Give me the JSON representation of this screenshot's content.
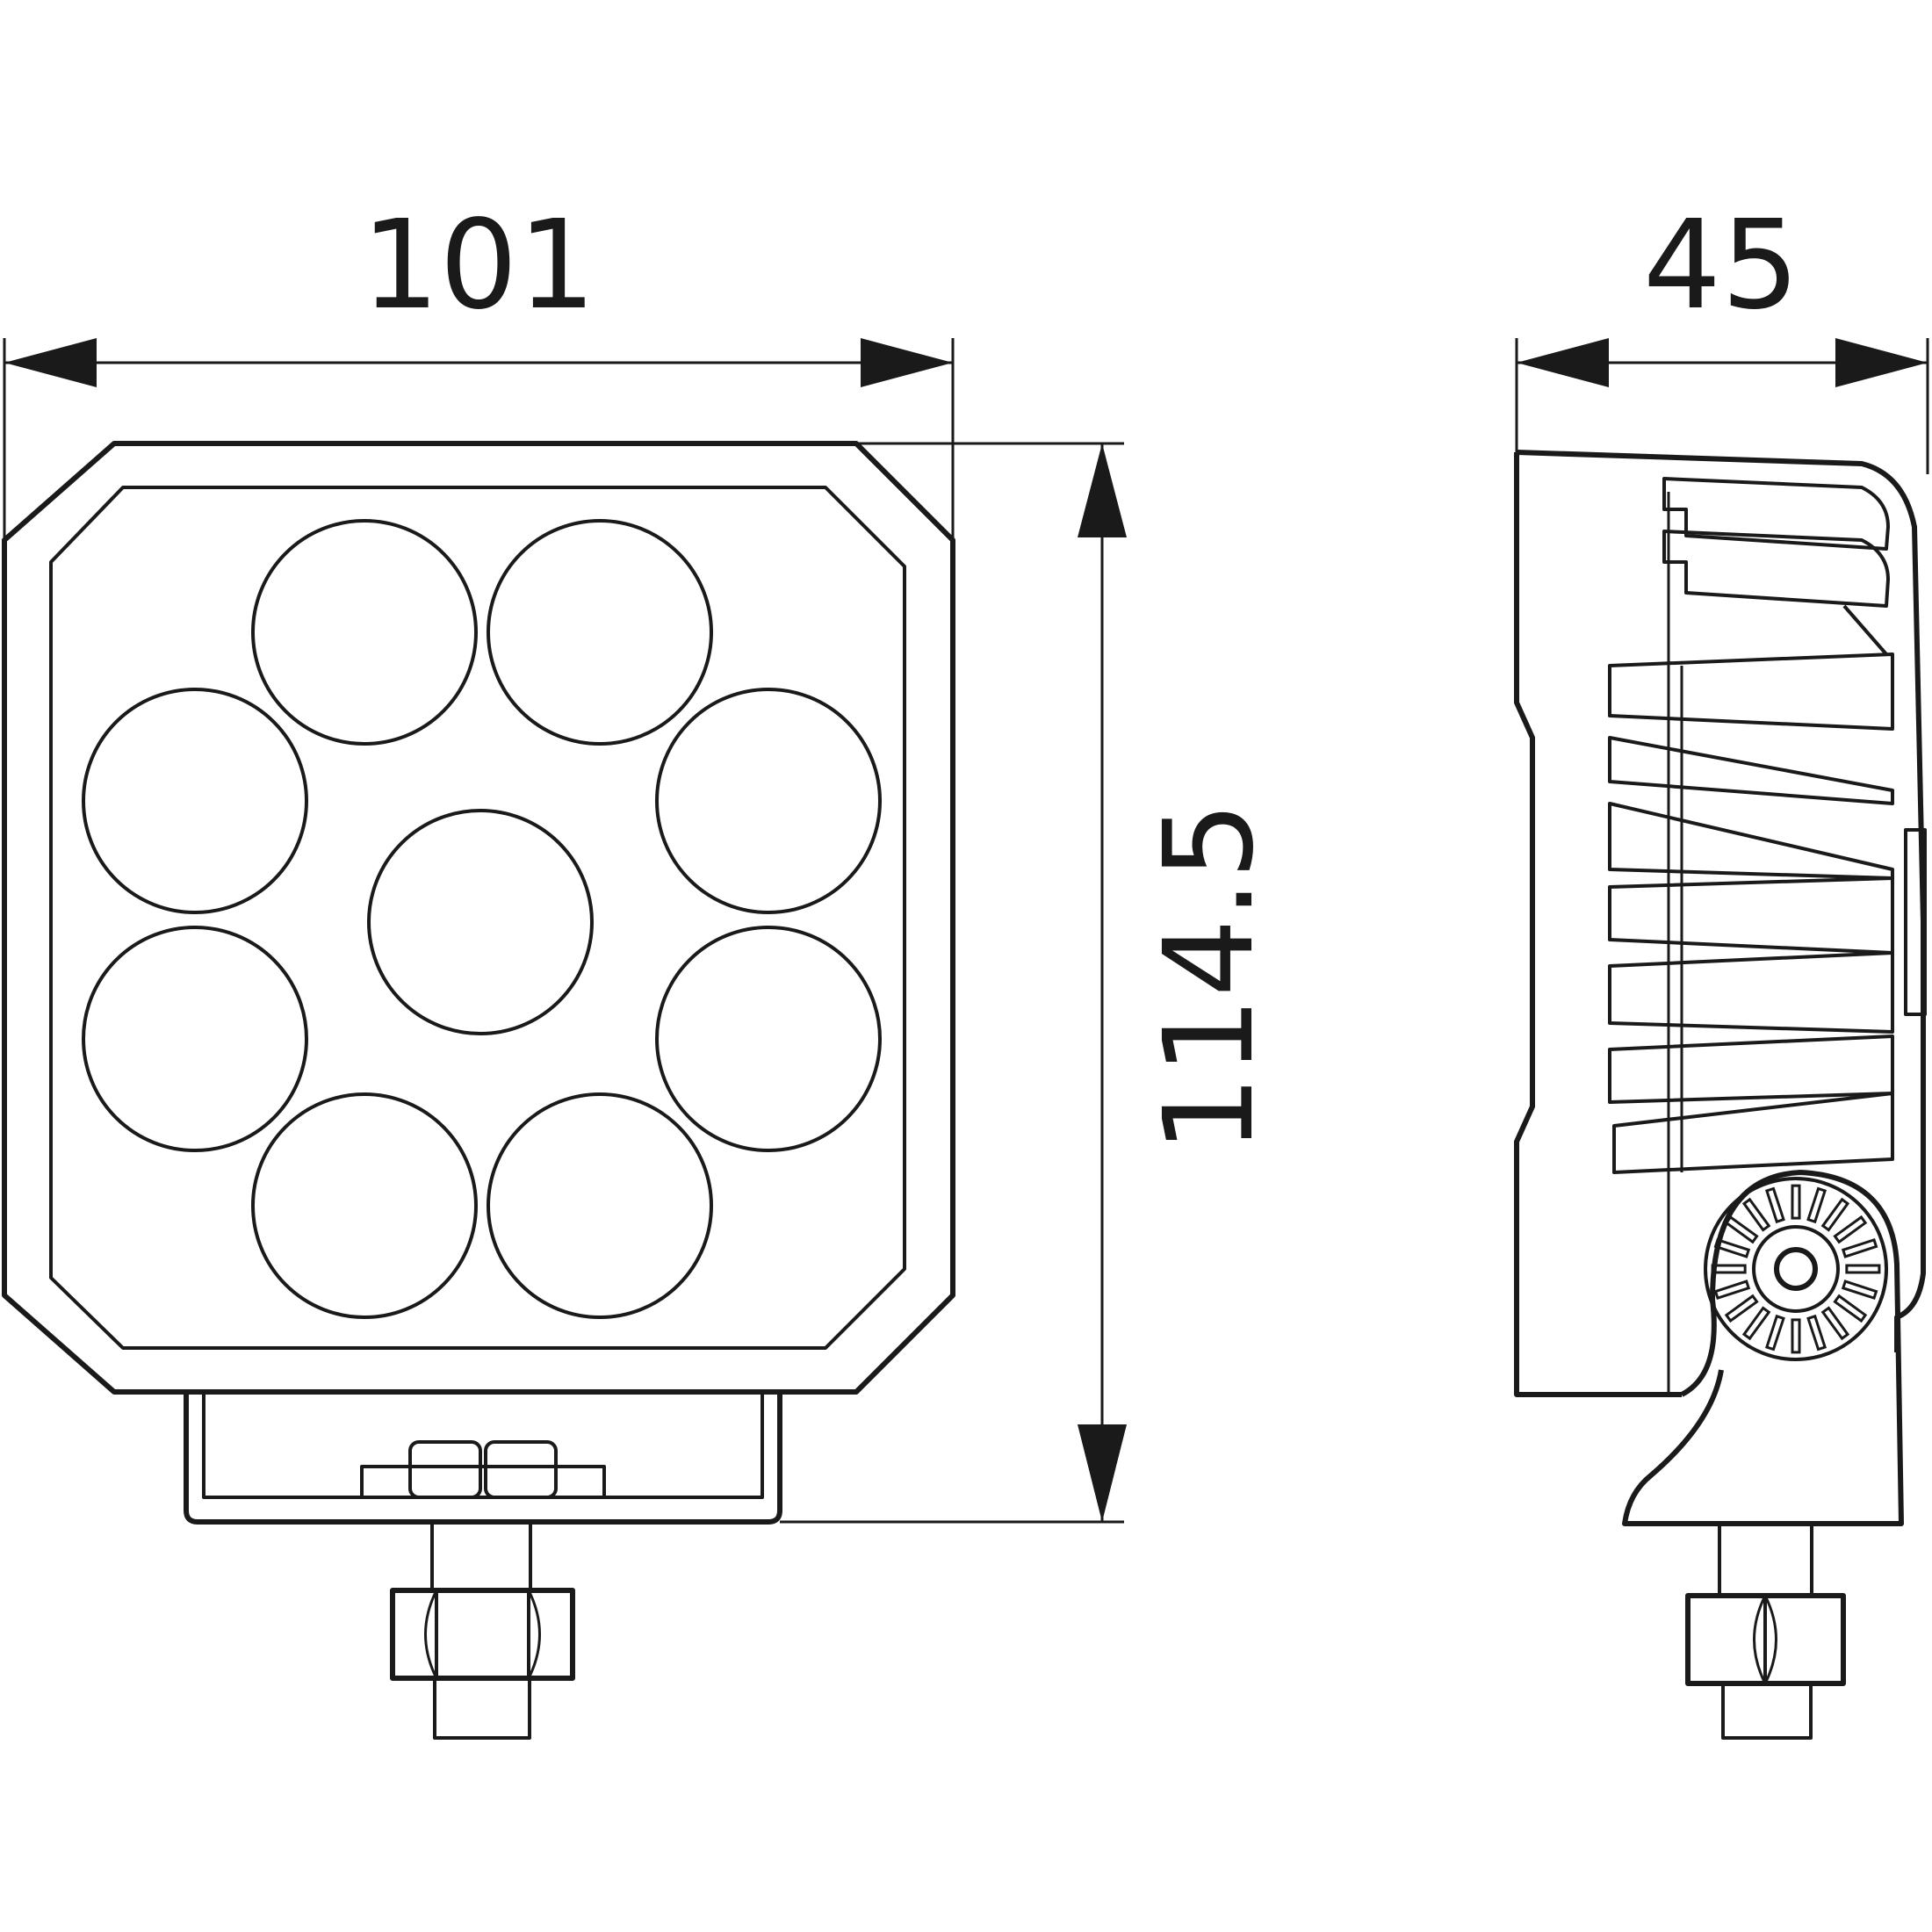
{
  "dimensions": {
    "width": "101",
    "depth": "45",
    "height": "114.5"
  },
  "colors": {
    "line": "#1a1a1a",
    "background": "#ffffff"
  },
  "lamp": {
    "led_count": 9
  }
}
